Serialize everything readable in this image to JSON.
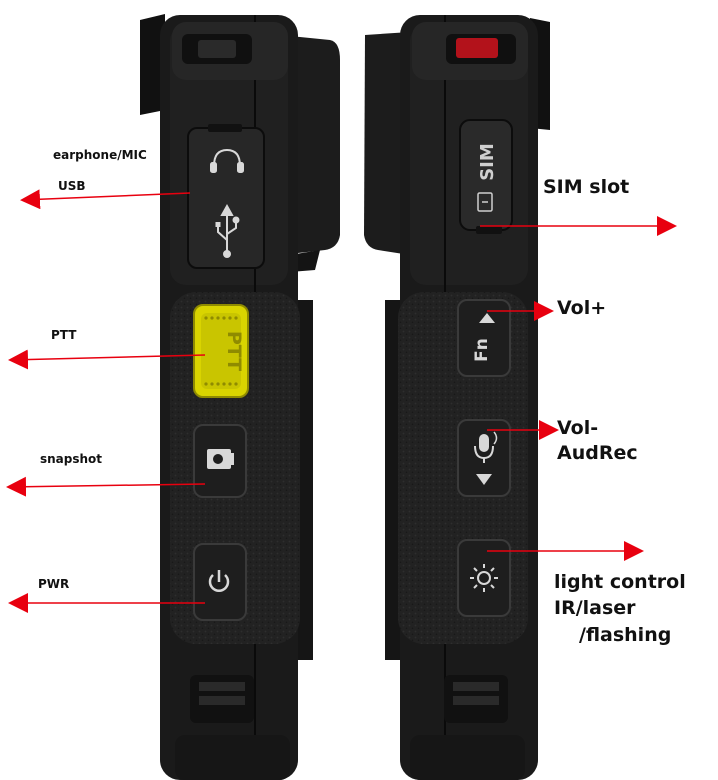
{
  "left_labels": {
    "earphone": "earphone/MIC",
    "usb": "USB",
    "ptt": "PTT",
    "snapshot": "snapshot",
    "pwr": "PWR"
  },
  "right_labels": {
    "sim": "SIM slot",
    "volup": "Vol+",
    "voldown_line1": "Vol-",
    "voldown_line2": "AudRec",
    "light_line1": "light control",
    "light_line2": "IR/laser",
    "light_line3": "/flashing"
  },
  "device_text": {
    "ptt_button": "PTT",
    "sim_door": "SIM",
    "fn_button": "Fn"
  },
  "colors": {
    "arrow": "#e8000f",
    "ptt_button": "#d9d400",
    "housing": "#1a1a1a",
    "red_switch": "#b3121b"
  }
}
